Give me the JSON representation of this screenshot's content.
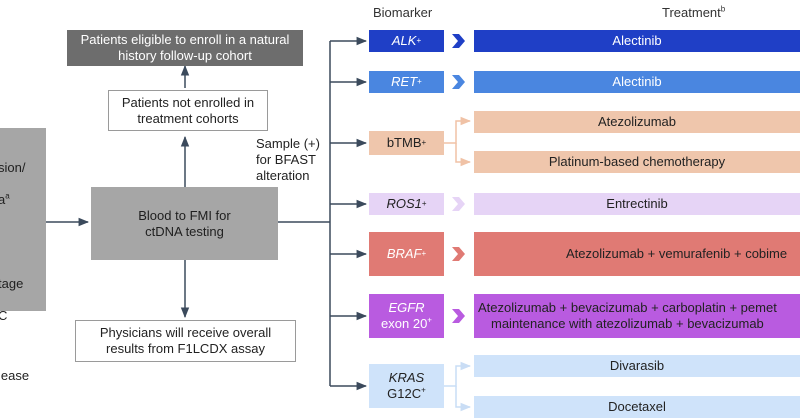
{
  "headers": {
    "biomarker": "Biomarker",
    "treatment": "Treatment",
    "treatment_sup": "b"
  },
  "left": {
    "start_line1": "sion/",
    "start_line2": "a",
    "start_line2_sup": "a",
    "start_line3": "tage",
    "start_line4": "C",
    "start_line5": "lease",
    "eligible": "Patients eligible to enroll in a natural\nhistory follow-up cohort",
    "not_enrolled": "Patients not enrolled in\ntreatment cohorts",
    "blood": "Blood to FMI for\nctDNA testing",
    "sample_note": "Sample (+)\nfor BFAST\nalteration",
    "physicians": "Physicians will receive overall\nresults from F1LCDX assay"
  },
  "biomarkers": [
    {
      "label": "ALK",
      "sup": "+",
      "italic": true,
      "fill": "#1f3fc6",
      "text_color": "#ffffff",
      "arrow": "#1f3fc6"
    },
    {
      "label": "RET",
      "sup": "+",
      "italic": true,
      "fill": "#4a86e0",
      "text_color": "#ffffff",
      "arrow": "#4a86e0"
    },
    {
      "label": "bTMB",
      "sup": "+",
      "italic": false,
      "fill": "#efc6ac",
      "text_color": "#222222",
      "arrow": "#efc6ac"
    },
    {
      "label": "ROS1",
      "sup": "+",
      "italic": true,
      "fill": "#e6d4f6",
      "text_color": "#222222",
      "arrow": "#e6d4f6"
    },
    {
      "label": "BRAF",
      "sup": "+",
      "italic": true,
      "fill": "#e07a74",
      "text_color": "#ffffff",
      "arrow": "#e07a74"
    },
    {
      "label": "EGFR",
      "label2": "exon 20",
      "sup": "+",
      "italic": true,
      "fill": "#b95be0",
      "text_color": "#ffffff",
      "arrow": "#b95be0"
    },
    {
      "label": "KRAS",
      "label2": "G12C",
      "sup": "+",
      "italic": true,
      "fill": "#cfe3fa",
      "text_color": "#222222",
      "arrow": "#cfe3fa"
    }
  ],
  "treatments": [
    {
      "label": "Alectinib",
      "fill": "#1f3fc6",
      "text_color": "#ffffff"
    },
    {
      "label": "Alectinib",
      "fill": "#4a86e0",
      "text_color": "#ffffff"
    },
    {
      "label": "Atezolizumab",
      "fill": "#efc6ac",
      "text_color": "#222222"
    },
    {
      "label": "Platinum-based chemotherapy",
      "fill": "#efc6ac",
      "text_color": "#222222"
    },
    {
      "label": "Entrectinib",
      "fill": "#e6d4f6",
      "text_color": "#222222"
    },
    {
      "label": "Atezolizumab + vemurafenib + cobime",
      "fill": "#e07a74",
      "text_color": "#222222"
    },
    {
      "label": "Atezolizumab + bevacizumab + carboplatin + pemet\nmaintenance with atezolizumab + bevacizumab",
      "fill": "#b95be0",
      "text_color": "#222222"
    },
    {
      "label": "Divarasib",
      "fill": "#cfe3fa",
      "text_color": "#222222"
    },
    {
      "label": "Docetaxel",
      "fill": "#cfe3fa",
      "text_color": "#222222"
    }
  ]
}
